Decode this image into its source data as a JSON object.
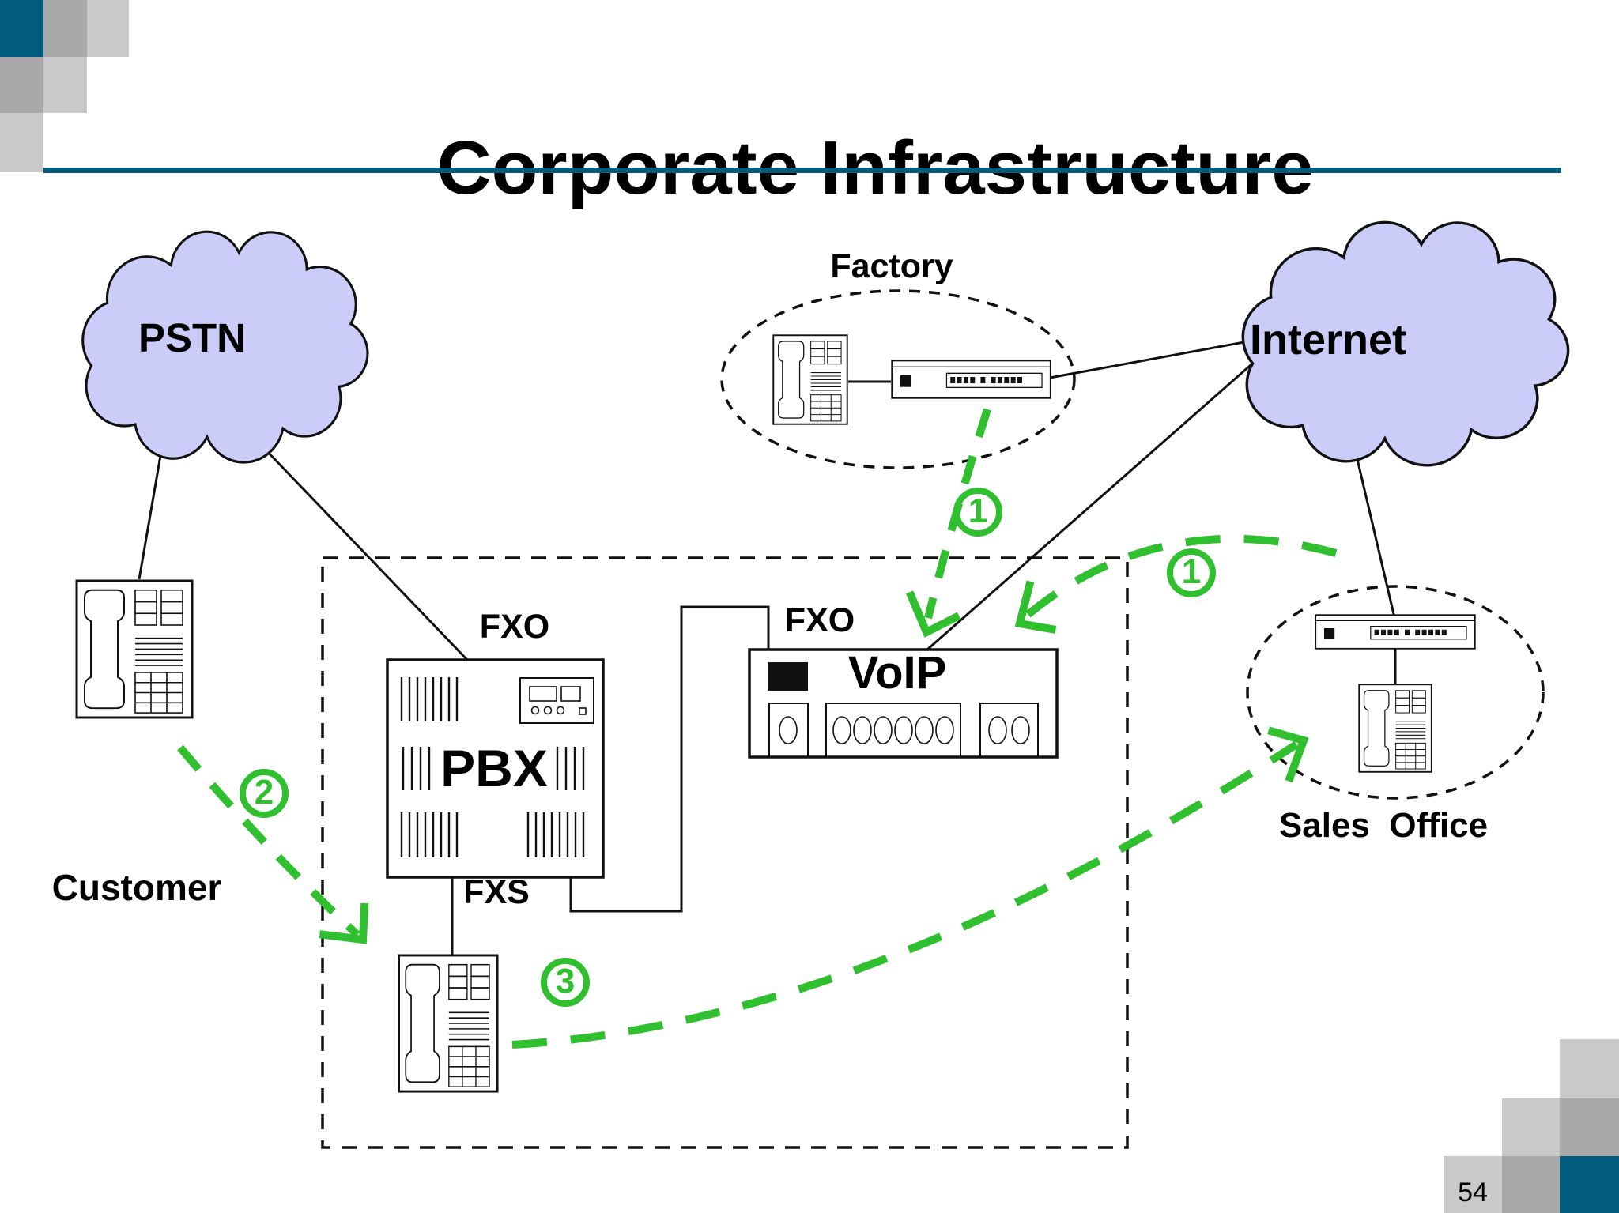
{
  "slide": {
    "title": "Corporate Infrastructure",
    "page_number": "54"
  },
  "colors": {
    "accent_teal": "#025C7C",
    "green": "#2FBF2F",
    "cloud_fill": "#CCCCF8",
    "gray_medium": "#A9A9A9",
    "gray_light": "#C9C9C9",
    "ink": "#111111"
  },
  "nodes": {
    "pstn": {
      "label": "PSTN"
    },
    "internet": {
      "label": "Internet"
    },
    "factory": {
      "label": "Factory"
    },
    "sales_office": {
      "label": "Sales  Office"
    },
    "customer": {
      "label": "Customer"
    },
    "pbx": {
      "label": "PBX"
    },
    "voip_gateway": {
      "label": "VoIP"
    },
    "pbx_trunk_port": {
      "label": "FXO"
    },
    "voip_trunk_port": {
      "label": "FXO"
    },
    "pbx_station_port": {
      "label": "FXS"
    }
  },
  "steps": {
    "factory_to_voip": "1",
    "sales_to_voip": "1",
    "customer_to_phone": "2",
    "phone_to_sales": "3"
  },
  "icons": {
    "pstn_cloud": "cloud-icon",
    "internet_cloud": "cloud-icon",
    "phones": "analog-phone-icon",
    "routers": "router-icon"
  }
}
